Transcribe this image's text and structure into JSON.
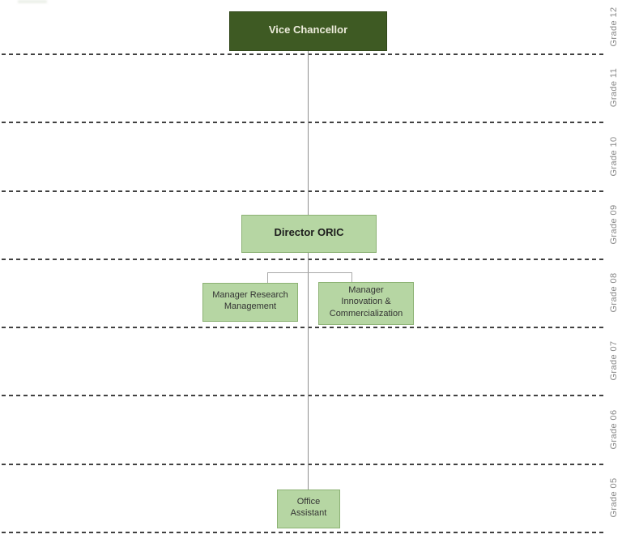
{
  "org_chart": {
    "nodes": {
      "vice_chancellor": {
        "label": "Vice Chancellor"
      },
      "director_oric": {
        "label": "Director ORIC"
      },
      "manager_research": {
        "lines": [
          "Manager Research",
          "Management"
        ]
      },
      "manager_innovation": {
        "lines": [
          "Manager",
          "Innovation &",
          "Commercialization"
        ]
      },
      "office_assistant": {
        "lines": [
          "Office",
          "Assistant"
        ]
      }
    },
    "grade_scale": {
      "labels": [
        "Grade 12",
        "Grade 11",
        "Grade 10",
        "Grade 09",
        "Grade 08",
        "Grade 07",
        "Grade 06",
        "Grade 05"
      ]
    },
    "colors": {
      "executive_fill": "#3e5a23",
      "executive_text": "#edecdc",
      "staff_fill": "#b6d6a3",
      "staff_border": "#8cb274",
      "main_connector": "#8e8e8e",
      "elbow_connector": "#a9a9a9",
      "grade_separator": "#414141",
      "grade_label_text": "#8a8a8a"
    }
  }
}
